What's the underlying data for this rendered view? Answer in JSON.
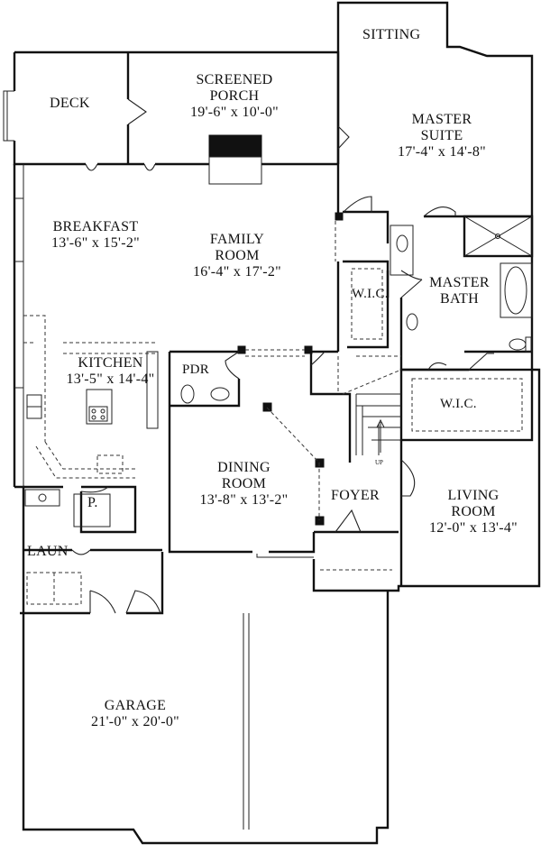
{
  "rooms": {
    "sitting": {
      "name": "SITTING"
    },
    "deck": {
      "name": "DECK"
    },
    "screened_porch": {
      "name_line1": "SCREENED",
      "name_line2": "PORCH",
      "dims": "19'-6\" x 10'-0\""
    },
    "master_suite": {
      "name_line1": "MASTER",
      "name_line2": "SUITE",
      "dims": "17'-4\" x 14'-8\""
    },
    "breakfast": {
      "name": "BREAKFAST",
      "dims": "13'-6\" x 15'-2\""
    },
    "family_room": {
      "name_line1": "FAMILY",
      "name_line2": "ROOM",
      "dims": "16'-4\" x 17'-2\""
    },
    "wic_master": {
      "name": "W.I.C."
    },
    "master_bath": {
      "name_line1": "MASTER",
      "name_line2": "BATH"
    },
    "kitchen": {
      "name": "KITCHEN",
      "dims": "13'-5\" x 14'-4\""
    },
    "pdr": {
      "name": "PDR"
    },
    "wic_second": {
      "name": "W.I.C."
    },
    "dining_room": {
      "name_line1": "DINING",
      "name_line2": "ROOM",
      "dims": "13'-8\" x 13'-2\""
    },
    "foyer": {
      "name": "FOYER"
    },
    "living_room": {
      "name_line1": "LIVING",
      "name_line2": "ROOM",
      "dims": "12'-0\" x 13'-4\""
    },
    "pantry": {
      "name": "P."
    },
    "laundry": {
      "name": "LAUN"
    },
    "garage": {
      "name": "GARAGE",
      "dims": "21'-0\" x 20'-0\""
    }
  },
  "annotations": {
    "stair_direction": "UP"
  }
}
